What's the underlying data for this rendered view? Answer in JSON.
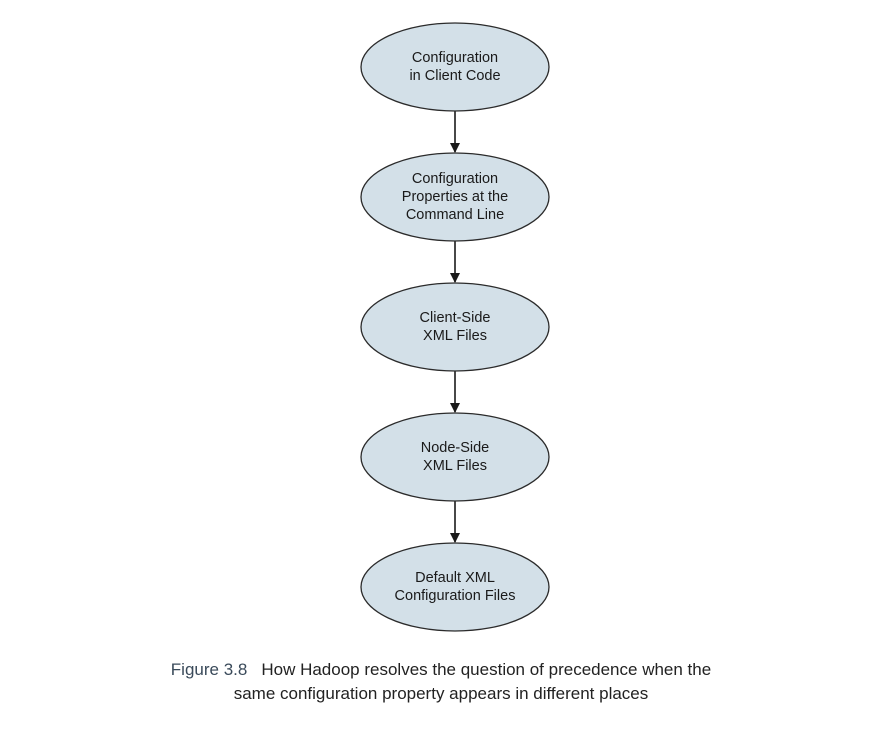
{
  "diagram": {
    "nodes": [
      {
        "id": "client-code",
        "label": "Configuration\nin Client Code"
      },
      {
        "id": "command-line",
        "label": "Configuration\nProperties at the\nCommand Line"
      },
      {
        "id": "client-xml",
        "label": "Client-Side\nXML Files"
      },
      {
        "id": "node-xml",
        "label": "Node-Side\nXML Files"
      },
      {
        "id": "default-xml",
        "label": "Default XML\nConfiguration Files"
      }
    ],
    "edges": [
      {
        "from": "client-code",
        "to": "command-line"
      },
      {
        "from": "command-line",
        "to": "client-xml"
      },
      {
        "from": "client-xml",
        "to": "node-xml"
      },
      {
        "from": "node-xml",
        "to": "default-xml"
      }
    ],
    "colors": {
      "node_fill": "#d3e0e8",
      "node_stroke": "#2b2b2b",
      "edge": "#1a1a1a"
    }
  },
  "caption": {
    "figure_number": "Figure 3.8",
    "line1": "How Hadoop resolves the question of precedence when the",
    "line2": "same configuration property appears in different places"
  }
}
